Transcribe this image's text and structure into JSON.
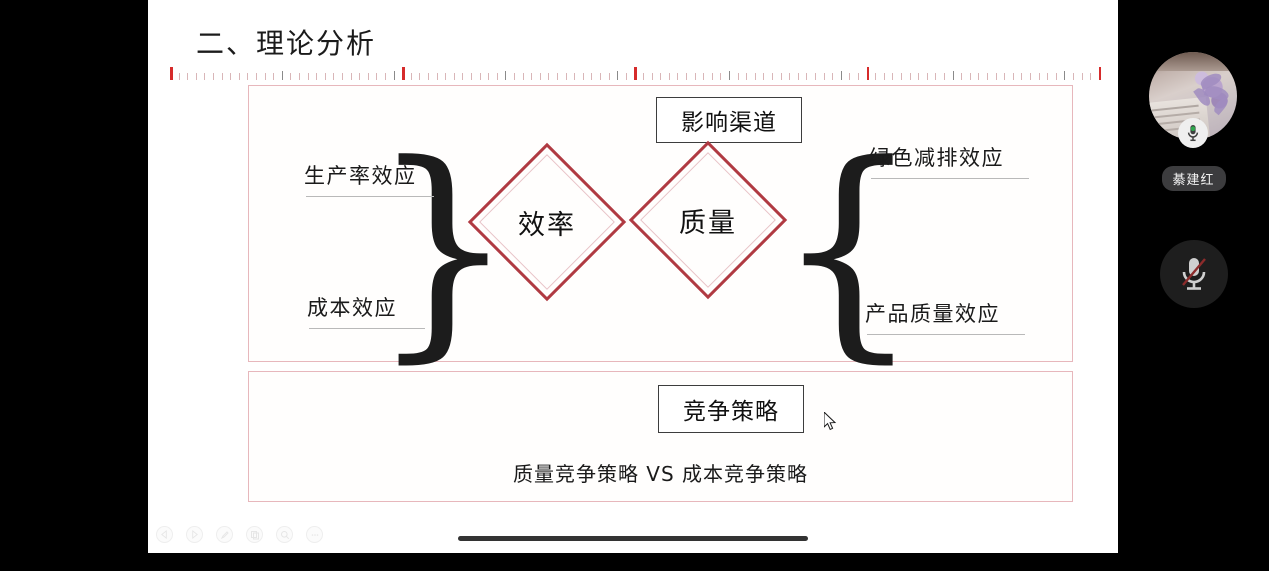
{
  "slide": {
    "title": "二、理论分析",
    "top_panel": {
      "header_box": "影响渠道",
      "left_labels": [
        "生产率效应",
        "成本效应"
      ],
      "right_labels": [
        "绿色减排效应",
        "产品质量效应"
      ],
      "diamonds": [
        {
          "label": "效率"
        },
        {
          "label": "质量"
        }
      ]
    },
    "bottom_panel": {
      "header_box": "竞争策略",
      "caption": "质量竞争策略  VS  成本竞争策略"
    }
  },
  "toolbar": {
    "items": [
      {
        "name": "previous-slide",
        "icon": "triangle-left-icon"
      },
      {
        "name": "next-slide",
        "icon": "triangle-right-icon"
      },
      {
        "name": "annotate-pen",
        "icon": "pen-icon"
      },
      {
        "name": "slide-thumbnails",
        "icon": "copy-icon"
      },
      {
        "name": "zoom-search",
        "icon": "magnifier-icon"
      },
      {
        "name": "more-options",
        "icon": "ellipsis-icon"
      }
    ]
  },
  "sidebar": {
    "participant": {
      "name": "綦建红",
      "mic_state": "unmuted",
      "mic_icon": "microphone-icon"
    },
    "mute_button": {
      "label": "",
      "icon": "microphone-muted-icon",
      "state": "muted"
    }
  },
  "colors": {
    "panel_border": "#e7b7bc",
    "diamond_outer": "#b03a42",
    "diamond_inner": "#e8c3c8",
    "ruler_major": "#d62b2b",
    "ruler_minor": "#d9b6b8",
    "box_border": "#3d3d3d",
    "name_chip_bg": "#3c3c3e",
    "stage_bg": "#ffffff",
    "letterbox_bg": "#000000"
  }
}
